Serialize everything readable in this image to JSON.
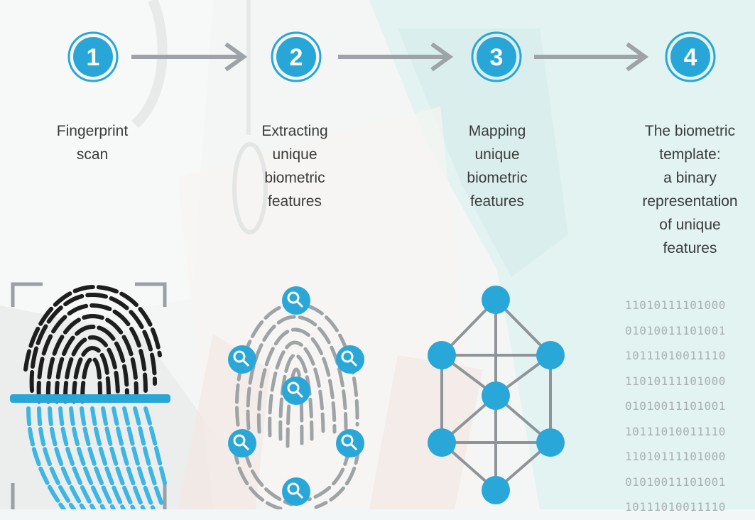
{
  "colors": {
    "accent": "#29a6d8",
    "accent_light": "#7fd3ef",
    "arrow": "#9da3a6",
    "text": "#3b3b3b",
    "fingerprint_dark": "#1e1e1e",
    "binary": "#a9b0b2"
  },
  "steps": [
    {
      "number": "1",
      "caption_lines": [
        "Fingerprint",
        "scan"
      ]
    },
    {
      "number": "2",
      "caption_lines": [
        "Extracting",
        "unique",
        "biometric",
        "features"
      ]
    },
    {
      "number": "3",
      "caption_lines": [
        "Mapping",
        "unique",
        "biometric",
        "features"
      ]
    },
    {
      "number": "4",
      "caption_lines": [
        "The biometric",
        "template:",
        "a binary",
        "representation",
        "of unique",
        "features"
      ]
    }
  ],
  "binary_rows": [
    "11010111101000",
    "01010011101001",
    "10111010011110",
    "11010111101000",
    "01010011101001",
    "10111010011110",
    "11010111101000",
    "01010011101001",
    "10111010011110"
  ],
  "icons": {
    "scan": "fingerprint-scan-icon",
    "extract": "magnifier-icon",
    "map": "node-graph-icon"
  }
}
